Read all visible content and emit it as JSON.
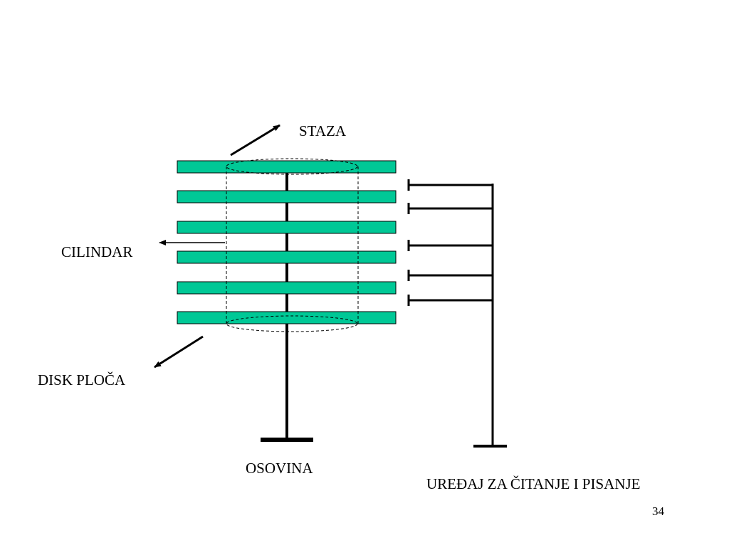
{
  "labels": {
    "track": "STAZA",
    "cylinder": "CILINDAR",
    "platter": "DISK PLOČA",
    "spindle": "OSOVINA",
    "head_assembly": "UREĐAJ ZA ČITANJE I PISANJE"
  },
  "page_number": "34",
  "colors": {
    "platter_fill": "#00c896",
    "line": "#000000",
    "background": "#ffffff"
  },
  "diagram": {
    "platter_count": 6,
    "head_count": 5
  }
}
